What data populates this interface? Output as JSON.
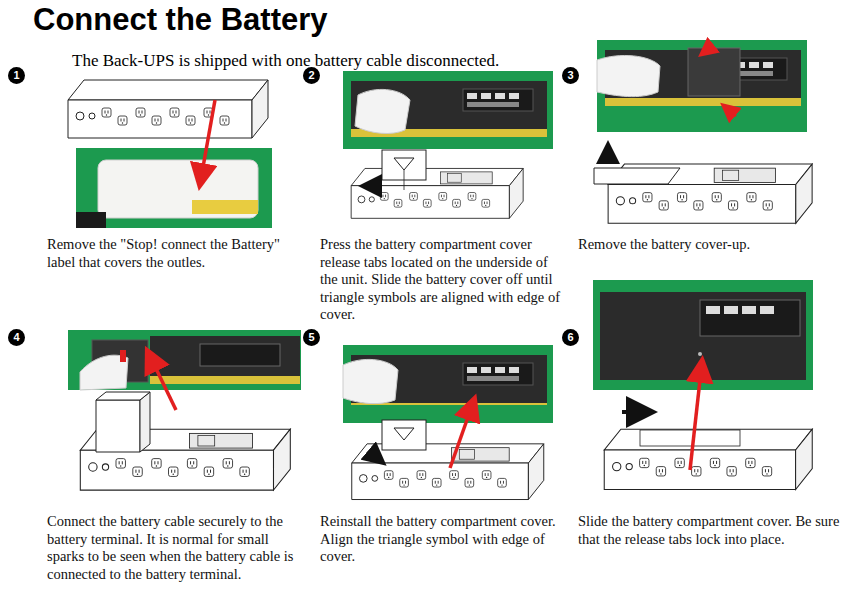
{
  "diagram": {
    "title": "Connect the Battery",
    "labels": [
      "The Back-UPS is shipped with one battery cable disconnected.",
      "1",
      "Remove the \"Stop! connect the Battery\" label that covers the outles.",
      "2",
      "Press the battery compartment cover release tabs located on the underside of the unit. Slide the battery cover off until triangle symbols are aligned with edge of cover.",
      "3",
      "Remove the battery cover-up.",
      "4",
      "Connect the battery cable securely to the battery terminal. It is normal for small sparks to be seen when the battery cable is connected to the battery terminal.",
      "5",
      "Reinstall the battery compartment cover. Align the triangle symbol with edge of cover.",
      "6",
      "Slide the battery compartment cover. Be sure that the release tabs lock into place."
    ]
  }
}
